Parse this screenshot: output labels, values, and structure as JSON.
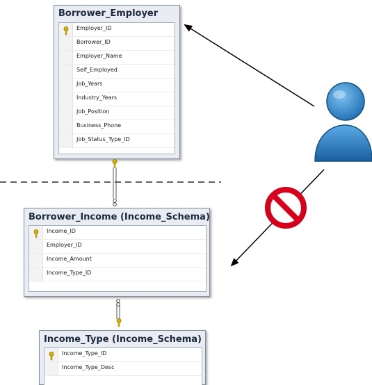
{
  "tables": [
    {
      "title": "Borrower_Employer",
      "columns": [
        {
          "name": "Employer_ID",
          "pk": true
        },
        {
          "name": "Borrower_ID",
          "pk": false
        },
        {
          "name": "Employer_Name",
          "pk": false
        },
        {
          "name": "Self_Employed",
          "pk": false
        },
        {
          "name": "Job_Years",
          "pk": false
        },
        {
          "name": "Industry_Years",
          "pk": false
        },
        {
          "name": "Job_Position",
          "pk": false
        },
        {
          "name": "Business_Phone",
          "pk": false
        },
        {
          "name": "Job_Status_Type_ID",
          "pk": false
        }
      ]
    },
    {
      "title": "Borrower_Income (Income_Schema)",
      "columns": [
        {
          "name": "Income_ID",
          "pk": true
        },
        {
          "name": "Employer_ID",
          "pk": false
        },
        {
          "name": "Income_Amount",
          "pk": false
        },
        {
          "name": "Income_Type_ID",
          "pk": false
        }
      ]
    },
    {
      "title": "Income_Type (Income_Schema)",
      "columns": [
        {
          "name": "Income_Type_ID",
          "pk": true
        },
        {
          "name": "Income_Type_Desc",
          "pk": false
        }
      ]
    }
  ],
  "colors": {
    "table_background": "#e9edf3",
    "key_icon": "#d6b400",
    "user_icon": "#2f86c9",
    "prohibited_icon": "#d6001c",
    "arrow": "#000000"
  },
  "icons": [
    "key-icon",
    "user-icon",
    "prohibited-icon"
  ]
}
